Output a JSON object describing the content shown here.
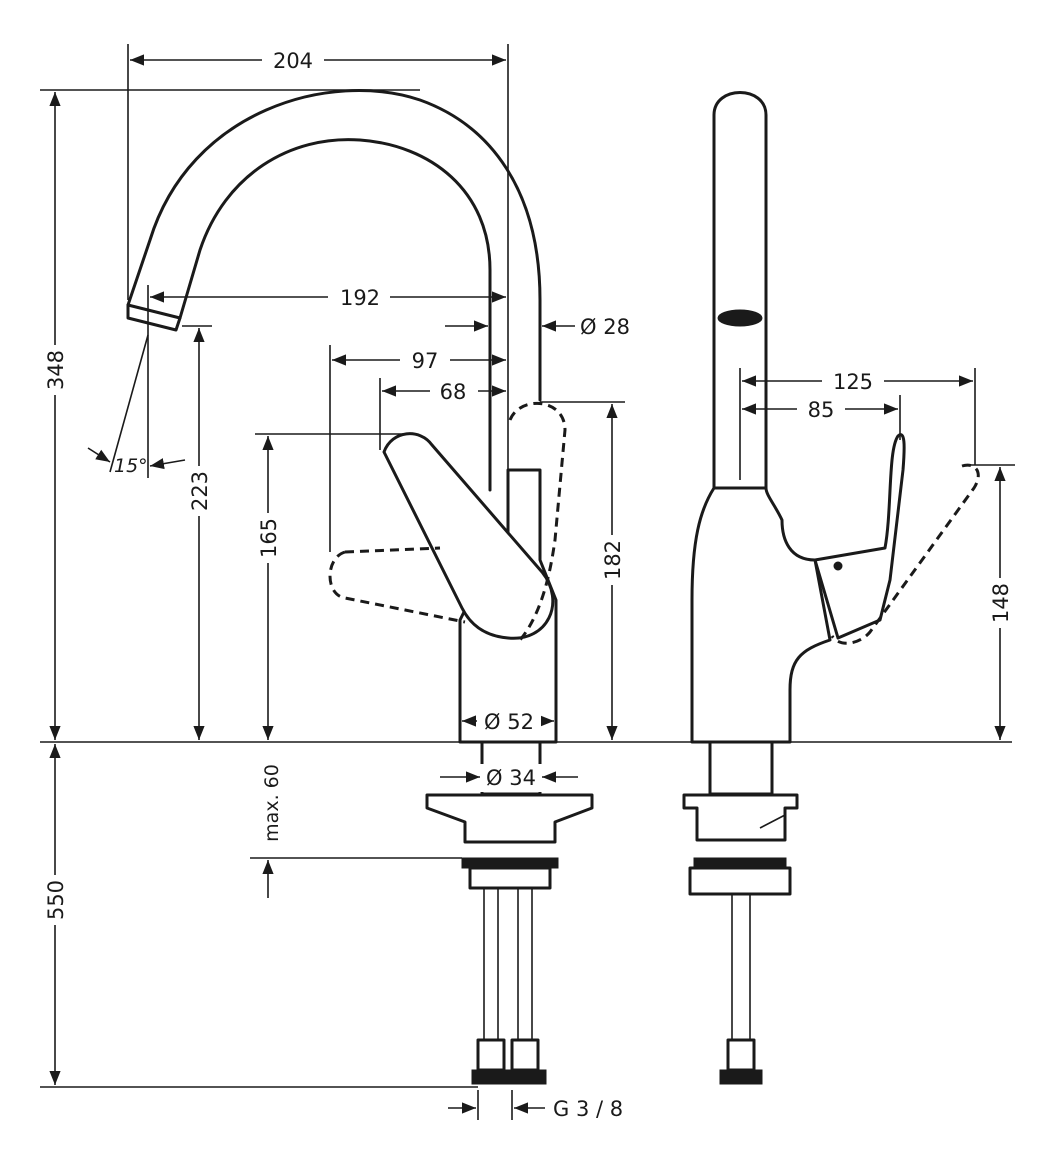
{
  "dimensions": {
    "width_top": "204",
    "height_total": "348",
    "reach": "192",
    "spout_diameter": "Ø 28",
    "lever_97": "97",
    "lever_68": "68",
    "spout_angle": "15°",
    "outlet_height": "223",
    "lever_height_165": "165",
    "lever_height_182": "182",
    "base_diameter": "Ø 52",
    "shank_diameter": "Ø 34",
    "max_deck": "max. 60",
    "hose_length": "550",
    "connection": "G 3 / 8",
    "side_125": "125",
    "side_85": "85",
    "side_148": "148"
  }
}
